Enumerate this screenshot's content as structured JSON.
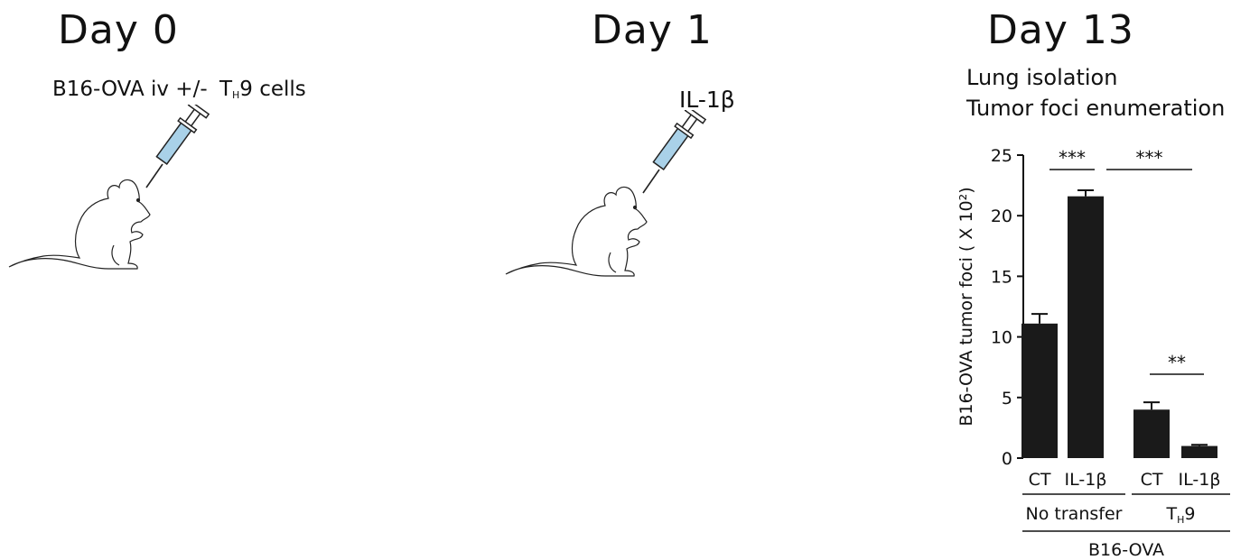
{
  "timeline": {
    "day0": {
      "title": "Day 0",
      "injection_prefix": "B16-OVA iv +/-",
      "injection_cell_main": "T",
      "injection_cell_sub": "H",
      "injection_cell_rest": "9 cells"
    },
    "day1": {
      "title": "Day 1",
      "injection": "IL-1β"
    },
    "day13": {
      "title": "Day 13",
      "step1": "Lung isolation",
      "step2": "Tumor foci enumeration"
    }
  },
  "icons": {
    "mouse": "mouse-icon",
    "syringe": "syringe-icon"
  },
  "chart_data": {
    "type": "bar",
    "categories": [
      "CT",
      "IL-1β",
      "CT",
      "IL-1β"
    ],
    "values": [
      11.1,
      21.6,
      4.0,
      1.0
    ],
    "errors": [
      0.8,
      0.5,
      0.6,
      0.1
    ],
    "ylabel": "B16-OVA tumor foci ( X 10²)",
    "ylim": [
      0,
      25
    ],
    "yticks": [
      0,
      5,
      10,
      15,
      20,
      25
    ],
    "groups": [
      {
        "label_main": "No transfer",
        "label_sub": "",
        "label_rest": "",
        "categories": [
          0,
          1
        ]
      },
      {
        "label_main": "T",
        "label_sub": "H",
        "label_rest": "9",
        "categories": [
          2,
          3
        ]
      }
    ],
    "outer_label": "B16-OVA",
    "significance": [
      {
        "from": 0,
        "to": 1,
        "text": "***"
      },
      {
        "from": 1,
        "to": 3,
        "text": "***"
      },
      {
        "from": 2,
        "to": 3,
        "text": "**"
      }
    ],
    "bar_color": "#1a1a1a",
    "grid": false
  }
}
